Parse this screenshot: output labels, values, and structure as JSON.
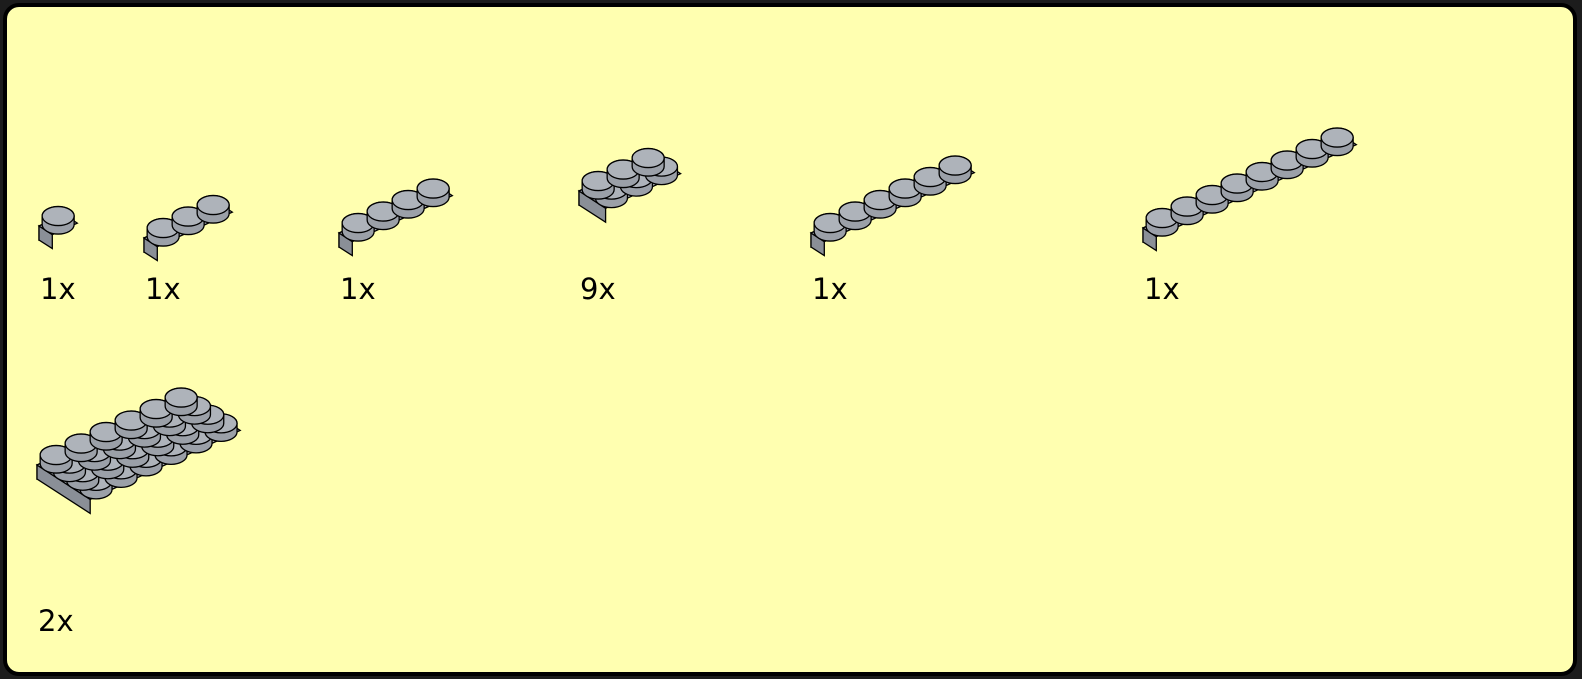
{
  "colors": {
    "panel_background": "#ffffb0",
    "panel_border": "#000000",
    "brick_top": "#aeb3ba",
    "brick_front": "#9ba0a8",
    "brick_side": "#8a8f97",
    "outline": "#000000"
  },
  "parts": [
    {
      "name": "plate-1x1",
      "studs": [
        1,
        1
      ],
      "quantity": "1x"
    },
    {
      "name": "plate-1x3",
      "studs": [
        1,
        3
      ],
      "quantity": "1x"
    },
    {
      "name": "plate-1x4",
      "studs": [
        1,
        4
      ],
      "quantity": "1x"
    },
    {
      "name": "plate-2x3",
      "studs": [
        2,
        3
      ],
      "quantity": "9x"
    },
    {
      "name": "plate-1x6",
      "studs": [
        1,
        6
      ],
      "quantity": "1x"
    },
    {
      "name": "plate-1x8",
      "studs": [
        1,
        8
      ],
      "quantity": "1x"
    },
    {
      "name": "plate-4x6",
      "studs": [
        4,
        6
      ],
      "quantity": "2x"
    }
  ]
}
